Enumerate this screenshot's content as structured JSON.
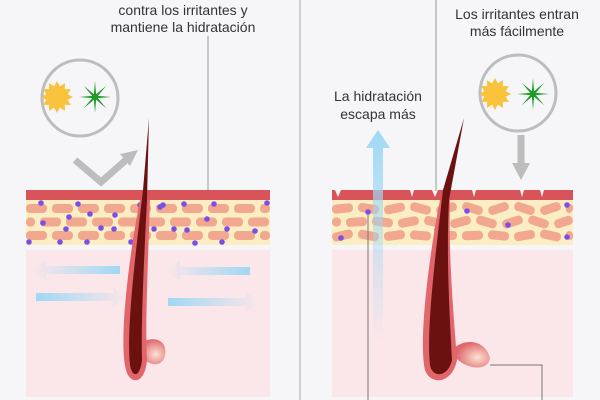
{
  "left_panel": {
    "caption_lines": [
      "contra los irritantes y",
      "mantiene la hidratación"
    ]
  },
  "right_panel": {
    "caption_lines": [
      "Los irritantes entran",
      "más fácilmente"
    ],
    "hydration_label_lines": [
      "La hidratación",
      "escapa más"
    ]
  },
  "colors": {
    "background": "#f6f5f8",
    "stratum_top": "#d95459",
    "cells_bg": "#fbeec4",
    "cell": "#f2a78f",
    "lipid_dot": "#7b4fe6",
    "dermis": "#fbe6e9",
    "hair": "#6b1210",
    "follicle": "#e0666c",
    "irritant_yellow": "#f9c23c",
    "irritant_green": "#1f9b2a",
    "hydration_arrow": "#9fd8f5",
    "pointer_gray": "#bdbdbd"
  }
}
